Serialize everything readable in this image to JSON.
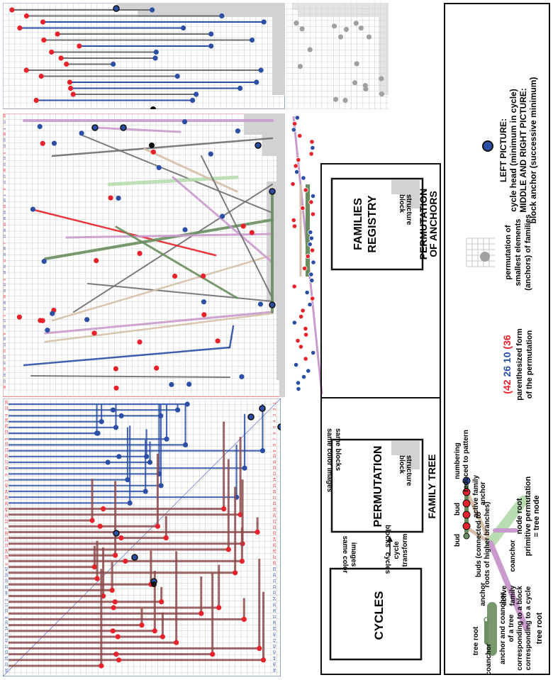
{
  "colors": {
    "red": "#e8222a",
    "blue": "#2c4fa6",
    "gray": "#6d6e70",
    "darkgreen": "#6a8e5f",
    "lightgreen": "#b7ddb0",
    "lilac": "#c99bcd",
    "tan": "#d5bfa8",
    "darkred": "#8c4a4a",
    "grid": "#c8c8c8",
    "shade": "#d2d2d4",
    "black": "#111111"
  },
  "sequences": {
    "left_top": [
      "30",
      "12",
      "4",
      "36",
      "29",
      "23",
      "5",
      "15",
      "21",
      "39",
      "27",
      "41",
      "9",
      "1",
      "40",
      "34",
      "28",
      "26",
      "45",
      "26",
      "13",
      "7",
      "38",
      "32",
      "11",
      "24",
      "18",
      "6"
    ],
    "left_bottom": [
      "42",
      "16",
      "10",
      "35",
      "44",
      "2",
      "17",
      "33",
      "8",
      "20",
      "14",
      "31",
      "43",
      "37",
      "19",
      "25",
      "22",
      "46"
    ],
    "left_side": [
      "1",
      "2",
      "3",
      "4",
      "5",
      "6",
      "7",
      "8",
      "9",
      "10",
      "11",
      "12",
      "13",
      "14",
      "15",
      "16",
      "17",
      "18",
      "19",
      "20",
      "21",
      "22",
      "23",
      "24",
      "25",
      "26",
      "27",
      "28",
      "29",
      "30",
      "31",
      "32",
      "33",
      "34",
      "35",
      "36",
      "37",
      "38",
      "39",
      "40",
      "41",
      "42",
      "43",
      "44",
      "45",
      "46"
    ]
  },
  "legend": {
    "cycles": "CYCLES",
    "permutation": "PERMUTATION",
    "family_tree": "FAMILY TREE",
    "families_registry_1": "FAMILIES",
    "families_registry_2": "REGISTRY",
    "permutation_of_anchors_1": "PERMUTATION",
    "permutation_of_anchors_2": "OF ANCHORS",
    "same_color_1": "same color",
    "same_color_2": "images",
    "cycles_word": "cycles",
    "cycle_transform_1": "cycle",
    "cycle_transform_2": "transform",
    "blocks": "blocks",
    "block_structure_1": "block",
    "block_structure_2": "structure",
    "same_color_blocks_1": "same color images",
    "same_color_blocks_2": "same blocks",
    "tree_root": "tree root",
    "anchor": "anchor",
    "coanchor": "coanchor",
    "anchor_desc_1": "anchor and coanchor",
    "anchor_desc_2": "of a tree",
    "anchor_desc_3": "corresponding to a block",
    "anchor_desc_4": "corresponding to a cycle",
    "tree_root_2": "tree root",
    "bud": "bud",
    "active_family": "active family",
    "numbering_1": "numbering",
    "numbering_2": "reduced to pattern",
    "buds_desc_1": "buds (connected to",
    "buds_desc_2": "roots of higher branches)",
    "anchor_2": "anchor",
    "active_1": "active",
    "active_2": "family",
    "coanchor_2": "coanchor",
    "node_root": "node root",
    "primitive_1": "primitive permutation",
    "primitive_2": "= tree node",
    "paren_42": "(42",
    "paren_26": "26",
    "paren_10": "10",
    "paren_36": "(36",
    "paren_desc_1": "parenthesized form",
    "paren_desc_2": "of the permutation",
    "anchors_perm_1": "permutation of",
    "anchors_perm_2": "smallest elements",
    "anchors_perm_3": "(anchors) of families",
    "left_picture": "LEFT PICTURE:",
    "cycle_head": "cycle head (minimum in cycle)",
    "middle_right": "MIDDLE AND RIGHT PICTURE:",
    "block_anchor": "block anchor (successive minimum)"
  }
}
